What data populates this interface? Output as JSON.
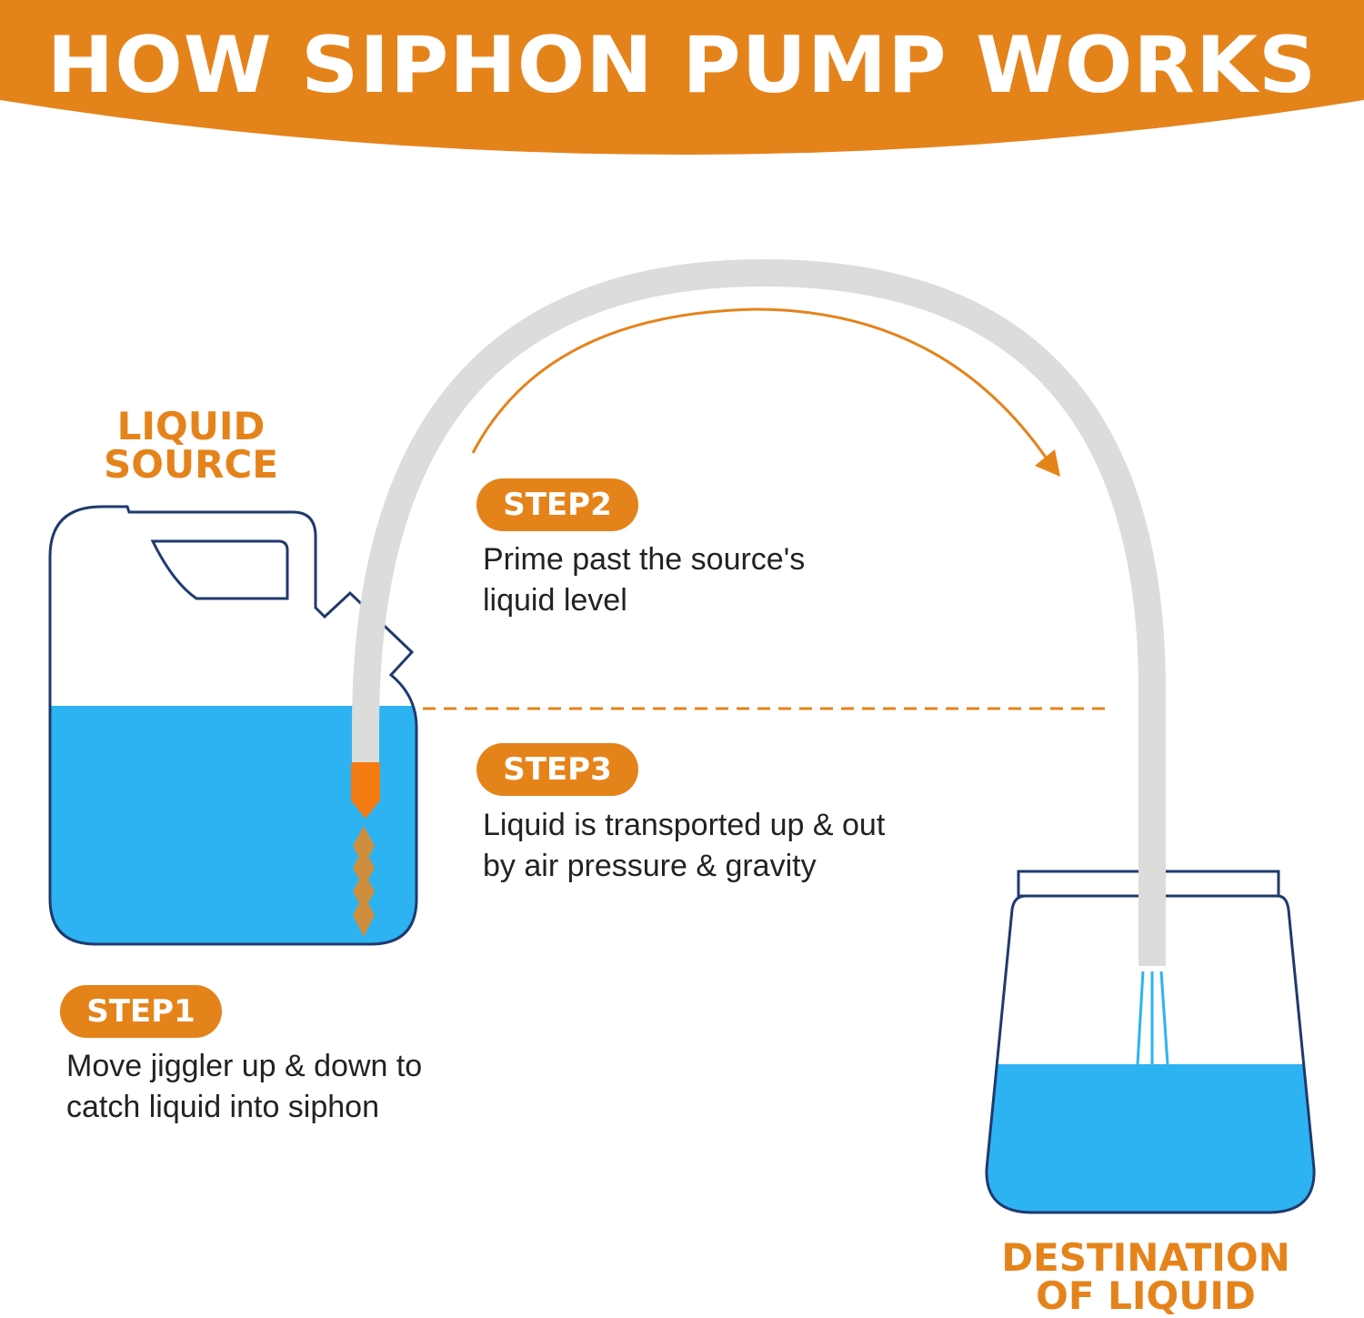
{
  "title": "HOW SIPHON PUMP WORKS",
  "labels": {
    "source": [
      "LIQUID",
      "SOURCE"
    ],
    "destination": [
      "DESTINATION",
      "OF LIQUID"
    ]
  },
  "steps": [
    {
      "badge": "STEP1",
      "lines": [
        "Move jiggler up & down to",
        "catch liquid into siphon"
      ]
    },
    {
      "badge": "STEP2",
      "lines": [
        "Prime past the source's",
        "liquid level"
      ]
    },
    {
      "badge": "STEP3",
      "lines": [
        "Liquid is transported up & out",
        "by air pressure & gravity"
      ]
    }
  ],
  "colors": {
    "accent": "#e5831b",
    "liquid": "#2db3f2",
    "tube": "#dcdcdc",
    "outline": "#1f3a6e",
    "jiggler": "#f47a12"
  }
}
